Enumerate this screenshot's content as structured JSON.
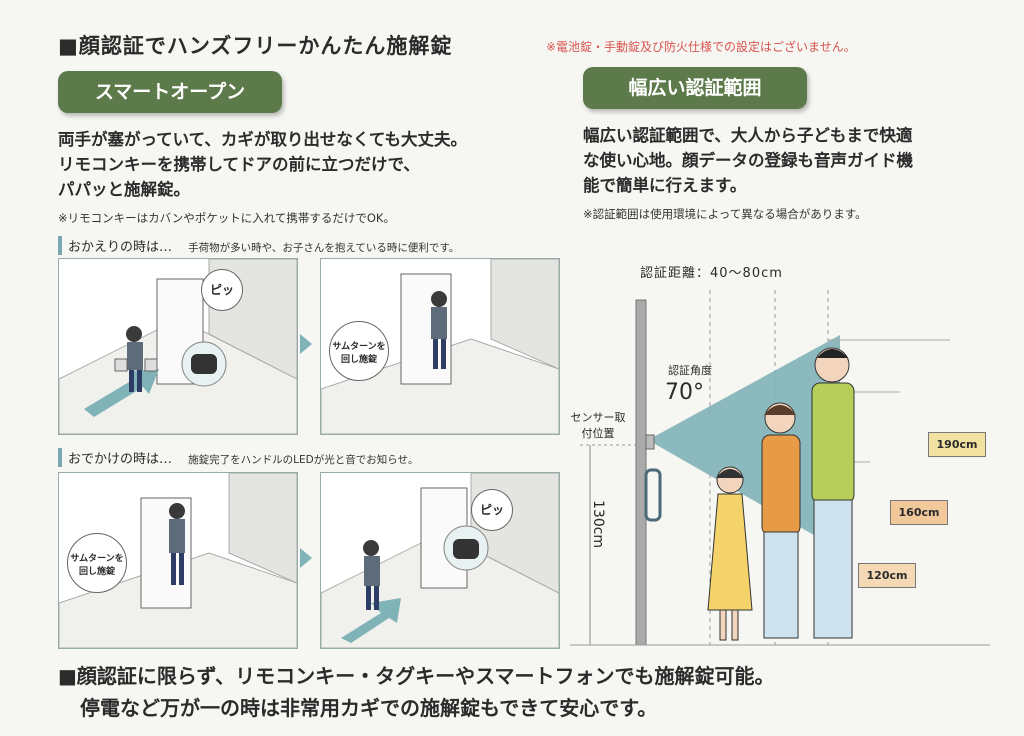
{
  "header": {
    "title": "■顔認証でハンズフリーかんたん施解錠",
    "note": "※電池錠・手動錠及び防火仕様での設定はございません。"
  },
  "left": {
    "pill": "スマートオープン",
    "body": [
      "両手が塞がっていて、カギが取り出せなくても大丈夫。",
      "リモコンキーを携帯してドアの前に立つだけで、",
      "パパッと施解錠。"
    ],
    "footnote": "※リモコンキーはカバンやポケットに入れて携帯するだけでOK。",
    "return_label": "おかえりの時は…",
    "return_sub": "手荷物が多い時や、お子さんを抱えている時に便利です。",
    "leave_label": "おでかけの時は…",
    "leave_sub": "施錠完了をハンドルのLEDが光と音でお知らせ。",
    "bubble_beep": "ピッ",
    "bubble_turn": "サムターンを回し施錠",
    "bubble_turn2": "サムターンを回し施錠"
  },
  "right": {
    "pill": "幅広い認証範囲",
    "body": [
      "幅広い認証範囲で、大人から子どもまで快適",
      "な使い心地。顔データの登録も音声ガイド機",
      "能で簡単に行えます。"
    ],
    "footnote": "※認証範囲は使用環境によって異なる場合があります。",
    "distance": "認証距離：40〜80cm",
    "angle_label": "認証角度",
    "angle_value": "70°",
    "sensor_label": "センサー取付位置",
    "sensor_height": "130cm",
    "heights": [
      "190cm",
      "160cm",
      "120cm"
    ]
  },
  "bottom": {
    "line1": "■顔認証に限らず、リモコンキー・タグキーやスマートフォンでも施解錠可能。",
    "line2": "停電など万が一の時は非常用カギでの施解錠もできて安心です。"
  },
  "colors": {
    "pill_bg": "#5d7a4a",
    "teal": "#7fb3b7",
    "badge_yellow": "#f2e2a1",
    "badge_orange": "#f1c89a",
    "badge_peach": "#f5d9b5"
  }
}
